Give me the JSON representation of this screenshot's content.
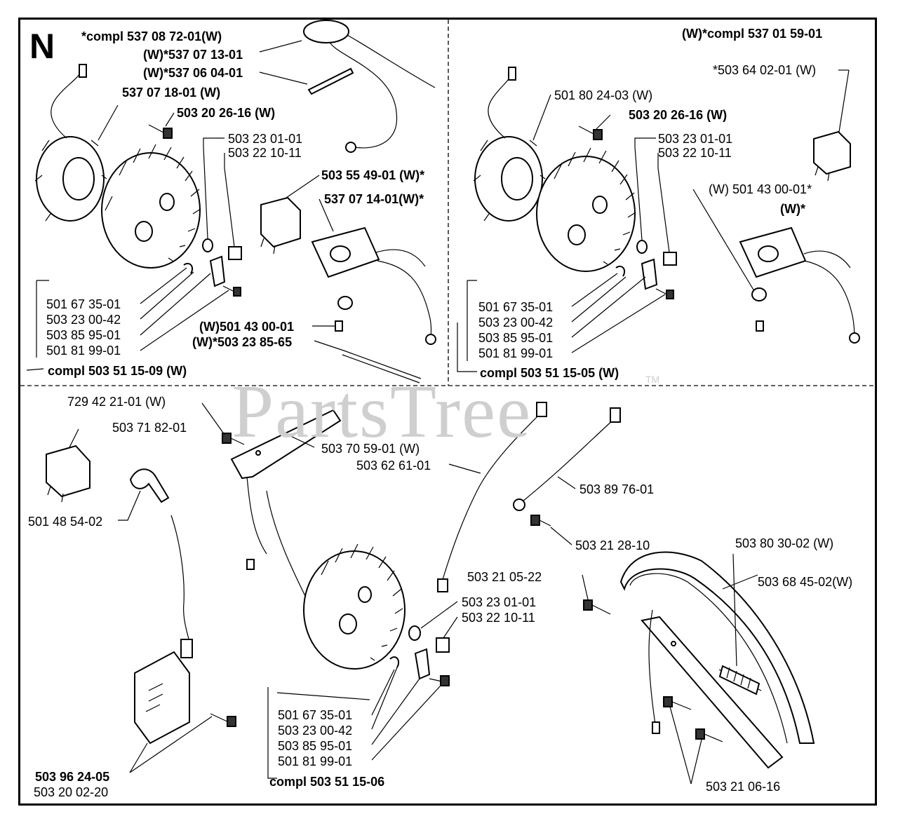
{
  "section": "N",
  "watermark": "PartsTree",
  "trademark": "TM",
  "top_left": {
    "compl_kit": "*compl 537 08 72-01(W)",
    "part_a": "(W)*537 07 13-01",
    "part_b": "(W)*537 06 04-01",
    "part_c": "537 07 18-01 (W)",
    "screw": "503 20 26-16 (W)",
    "washer": "503 23 01-01",
    "nut": "503 22 10-11",
    "switch": "503 55 49-01 (W)*",
    "module": "537 07 14-01(W)*",
    "p1": "501 67 35-01",
    "p2": "503 23 00-42",
    "p3": "503 85 95-01",
    "p4": "501 81 99-01",
    "grommet": "(W)501 43 00-01",
    "sleeve": "(W)*503 23 85-65",
    "compl": "compl 503 51 15-09 (W)"
  },
  "top_right": {
    "compl_kit": "(W)*compl 537 01 59-01",
    "switch": "*503 64 02-01 (W)",
    "coil": "501 80 24-03 (W)",
    "screw": "503 20 26-16 (W)",
    "washer": "503 23 01-01",
    "nut": "503 22 10-11",
    "grommet": "(W) 501 43 00-01*",
    "module": "(W)*",
    "p1": "501 67 35-01",
    "p2": "503 23 00-42",
    "p3": "503 85 95-01",
    "p4": "501 81 99-01",
    "compl": "compl 503 51 15-05 (W)"
  },
  "bottom": {
    "screw": "729 42 21-01 (W)",
    "switch": "503 71 82-01",
    "plate": "503 70 59-01 (W)",
    "boot": "501 48 54-02",
    "cable_a": "503 62 61-01",
    "cable_b": "503 89 76-01",
    "screw_b": "503 21 28-10",
    "spring": "503 80 30-02 (W)",
    "screw_c": "503 21 05-22",
    "handle": "503 68 45-02(W)",
    "washer": "503 23 01-01",
    "nut": "503 22 10-11",
    "p1": "501 67 35-01",
    "p2": "503 23 00-42",
    "p3": "503 85 95-01",
    "p4": "501 81 99-01",
    "compl": "compl 503 51 15-06",
    "module": "503 96 24-05",
    "module_screw": "503 20 02-20",
    "handle_screw": "503 21 06-16"
  }
}
